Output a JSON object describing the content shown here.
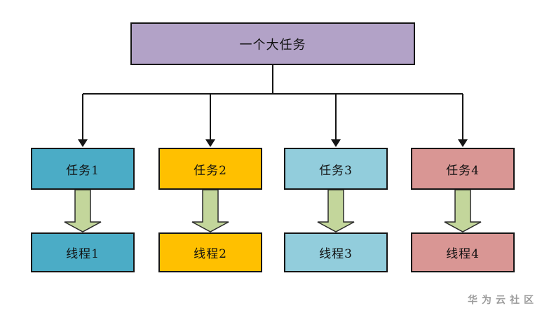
{
  "diagram": {
    "root": {
      "label": "一个大任务",
      "fill": "#b2a2c7"
    },
    "columns": [
      {
        "task": "任务1",
        "thread": "线程1",
        "fill": "#4bacc6"
      },
      {
        "task": "任务2",
        "thread": "线程2",
        "fill": "#ffc000"
      },
      {
        "task": "任务3",
        "thread": "线程3",
        "fill": "#92cddc"
      },
      {
        "task": "任务4",
        "thread": "线程4",
        "fill": "#d99694"
      }
    ],
    "line_color": "#151515",
    "border_color": "#151515",
    "arrow_fill": "#c3d69b",
    "arrow_stroke": "#2b2b2b",
    "watermark": "华为云社区",
    "watermark_color": "#9c9c9c",
    "background": "#ffffff"
  }
}
